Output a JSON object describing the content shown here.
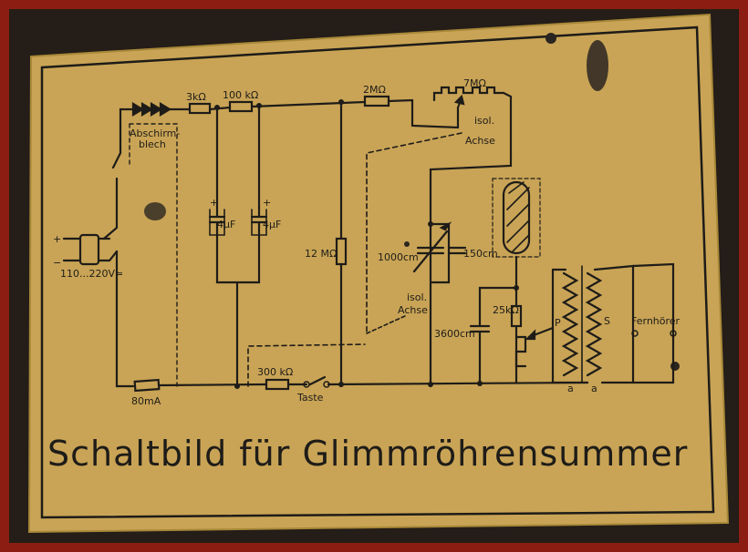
{
  "plate": {
    "caption": "Schaltbild für Glimmröhrensummer",
    "colors": {
      "plate": "#c9a456",
      "ink": "#1e1c18",
      "frame": "#8b1d12"
    }
  },
  "labels": {
    "r_3k": "3kΩ",
    "r_100k": "100 kΩ",
    "r_2M": "2MΩ",
    "r_7M": "7MΩ",
    "r_12M": "12 MΩ",
    "r_300k": "300 kΩ",
    "r_25k": "25kΩ",
    "shield": "Abschirm-",
    "shield2": "blech",
    "isol1": "isol.",
    "achse1": "Achse",
    "isol2": "isol.",
    "achse2": "Achse",
    "cap_4uF_1": "4μF",
    "cap_4uF_2": "4μF",
    "cap_1000": "1000cm",
    "cap_150": "150cm",
    "cap_3600": "3600cm",
    "voltage": "110...220V≃",
    "fuse": "80mA",
    "key": "Taste",
    "primary": "P",
    "secondary": "S",
    "earphone": "Fernhörer",
    "tap_a1": "a",
    "tap_a2": "a",
    "plus": "+",
    "minus": "−"
  }
}
